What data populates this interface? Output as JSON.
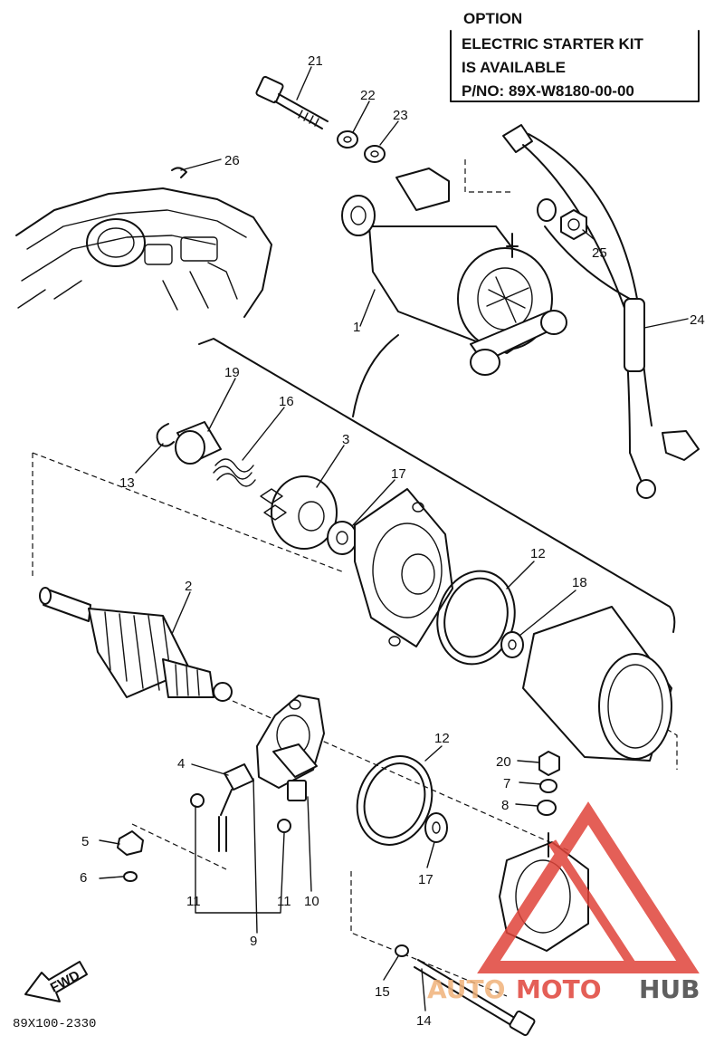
{
  "option_box": {
    "line1": "OPTION",
    "line2": "ELECTRIC STARTER KIT",
    "line3": "IS AVAILABLE",
    "line4": "P/NO: 89X-W8180-00-00"
  },
  "part_labels": {
    "p21": "21",
    "p22": "22",
    "p23": "23",
    "p26": "26",
    "p25": "25",
    "p24": "24",
    "p1": "1",
    "p19": "19",
    "p16": "16",
    "p3": "3",
    "p13": "13",
    "p17a": "17",
    "p12a": "12",
    "p18": "18",
    "p2": "2",
    "p12b": "12",
    "p4": "4",
    "p20": "20",
    "p7": "7",
    "p8": "8",
    "p5": "5",
    "p6": "6",
    "p11a": "11",
    "p11b": "11",
    "p10": "10",
    "p9": "9",
    "p17b": "17",
    "p15": "15",
    "p14": "14"
  },
  "fwd_label": "FWD",
  "diagram_code": "89X100-2330",
  "watermark": {
    "part1": "AUTO",
    "part2": "MOTO",
    "part3": "HUB",
    "color_a": "#f0b27a",
    "color_b": "#e0443a",
    "color_c": "#444444"
  }
}
